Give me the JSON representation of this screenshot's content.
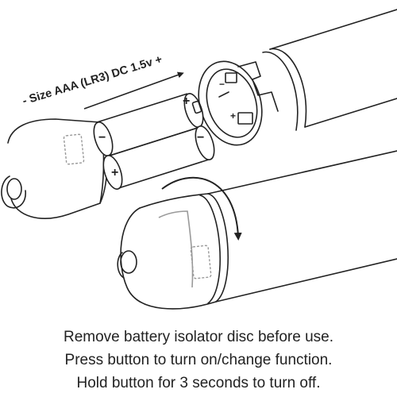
{
  "diagram": {
    "battery_spec": "- Size AAA (LR3) DC 1.5v +",
    "polarity": {
      "plus": "+",
      "minus": "−"
    }
  },
  "instructions": [
    "Remove battery isolator disc before use.",
    "Press button to turn on/change function.",
    "Hold button for 3 seconds to turn off."
  ],
  "colors": {
    "stroke": "#222222",
    "isolator": "#9a9a9a",
    "background": "#ffffff"
  },
  "icons": [
    "arrow-right-icon",
    "rotate-arrow-icon"
  ]
}
